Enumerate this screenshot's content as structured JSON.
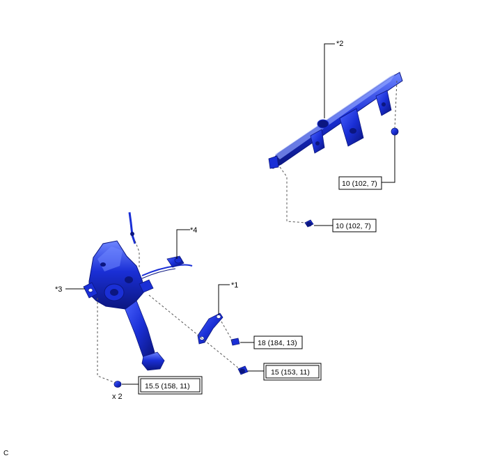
{
  "callouts": {
    "c1": "*1",
    "c2": "*2",
    "c3": "*3",
    "c4": "*4"
  },
  "torques": {
    "t_upper_nut": "10 (102, 7)",
    "t_upper_bolt": "10 (102, 7)",
    "t_bracket_small": "18 (184, 13)",
    "t_bracket_bolt": "15 (153, 11)",
    "t_pedal_nuts": "15.5 (158, 11)"
  },
  "quantity": "x 2",
  "corner_code": "C",
  "colors": {
    "part_blue": "#1a2fd6",
    "part_dark": "#0b1680",
    "part_light": "#6f86ff",
    "line": "#000000",
    "dash": "#666666"
  }
}
